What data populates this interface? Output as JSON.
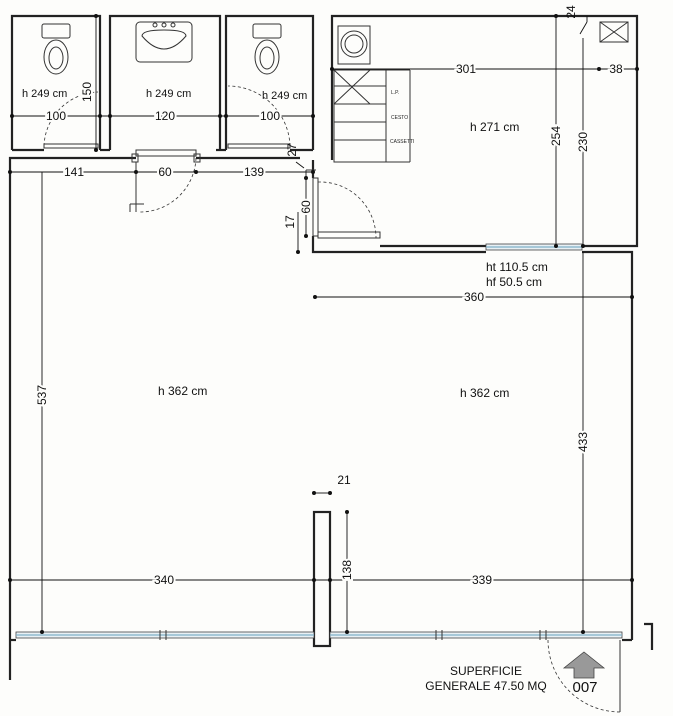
{
  "rooms": {
    "wc_left_height": "h 249 cm",
    "sink_room_height": "h 249 cm",
    "wc_right_height": "h 249 cm",
    "kitchen_height": "h 271 cm",
    "main_left_height": "h 362 cm",
    "main_right_height": "h 362 cm"
  },
  "window_heights": {
    "ht": "ht 110.5 cm",
    "hf": "hf 50.5 cm"
  },
  "kitchen_labels": {
    "lp": "L.P.",
    "cesto": "CESTO",
    "cassetti": "CASSETTI"
  },
  "dimensions": {
    "d150": "150",
    "d100_left": "100",
    "d120": "120",
    "d100_right": "100",
    "d301": "301",
    "d38": "38",
    "d24": "24",
    "d254": "254",
    "d230": "230",
    "d27": "27",
    "d141": "141",
    "d60_horizontal": "60",
    "d139": "139",
    "d17": "17",
    "d60_vertical": "60",
    "d360": "360",
    "d537": "537",
    "d433": "433",
    "d21": "21",
    "d138": "138",
    "d340": "340",
    "d339": "339"
  },
  "footer": {
    "superficie": "SUPERFICIE",
    "generale": "GENERALE 47.50 MQ",
    "unit_code": "007"
  }
}
